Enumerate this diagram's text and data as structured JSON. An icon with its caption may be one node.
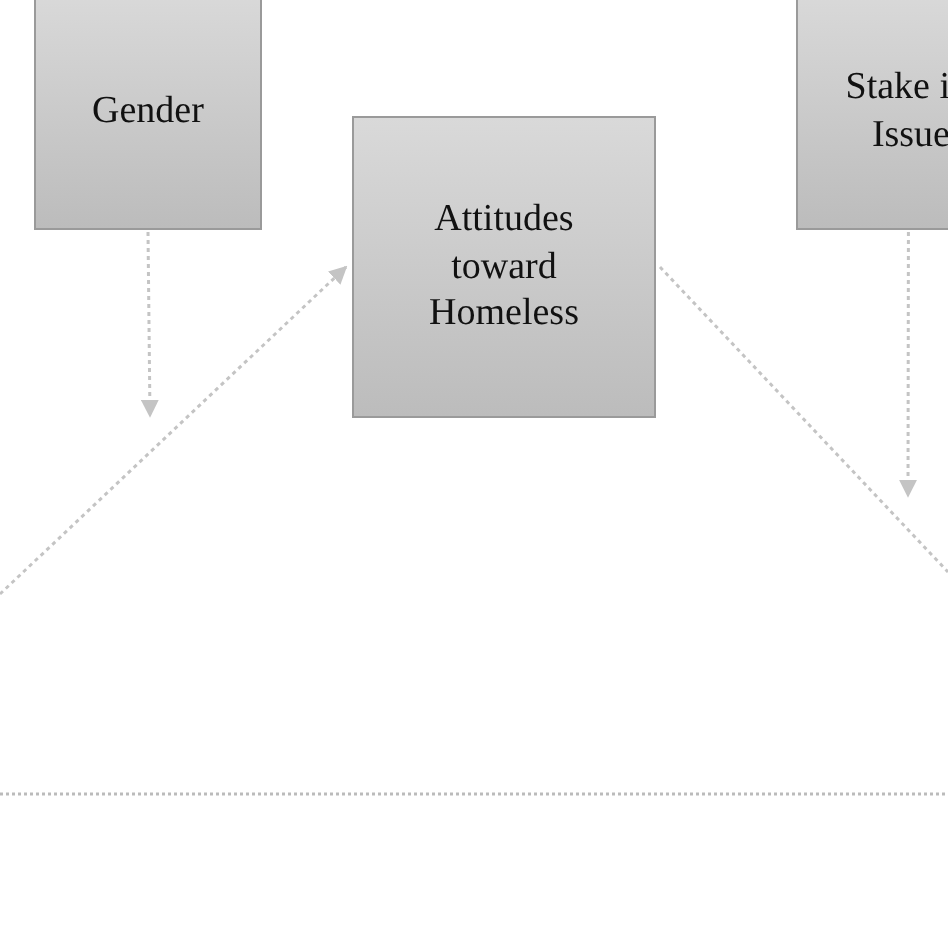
{
  "diagram": {
    "nodes": [
      {
        "text": [
          "Gender"
        ]
      },
      {
        "text": [
          "Attitudes toward Homeless"
        ]
      },
      {
        "text": [
          "Stake i Issue"
        ]
      }
    ],
    "edges": [
      {
        "from": 0,
        "to": null,
        "arrow": "to",
        "style": "dashed"
      },
      {
        "from": null,
        "to": 1,
        "arrow": "to",
        "style": "dashed"
      },
      {
        "from": 1,
        "to": null,
        "arrow": "none",
        "style": "dashed"
      },
      {
        "from": 2,
        "to": null,
        "arrow": "to",
        "style": "dashed"
      }
    ]
  }
}
